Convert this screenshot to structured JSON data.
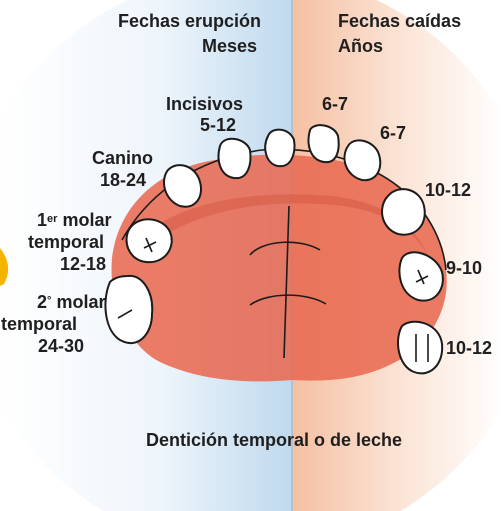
{
  "headers": {
    "eruption_title": "Fechas erupción",
    "eruption_unit": "Meses",
    "loss_title": "Fechas caídas",
    "loss_unit": "Años"
  },
  "left_teeth": {
    "incisors": {
      "name": "Incisivos",
      "value": "5-12"
    },
    "canine": {
      "name": "Canino",
      "value": "18-24"
    },
    "first_molar": {
      "ordinal": "1",
      "ordinal_suffix": "er",
      "name_line1": "molar",
      "name_line2": "temporal",
      "value": "12-18"
    },
    "second_molar": {
      "ordinal": "2",
      "ordinal_suffix": "°",
      "name_line1": "molar",
      "name_line2": "temporal",
      "value": "24-30"
    }
  },
  "right_teeth": {
    "central_incisor": "6-7",
    "lateral_incisor": "6-7",
    "canine": "10-12",
    "first_molar": "9-10",
    "second_molar": "10-12"
  },
  "caption": "Dentición temporal o de leche",
  "colors": {
    "left_panel": "#cfe3f1",
    "right_panel": "#f7c9ae",
    "palate": "#e86a52",
    "tooth_outline": "#1c1c1c",
    "text": "#1f1f1f",
    "accent_yellow": "#f4b400"
  }
}
